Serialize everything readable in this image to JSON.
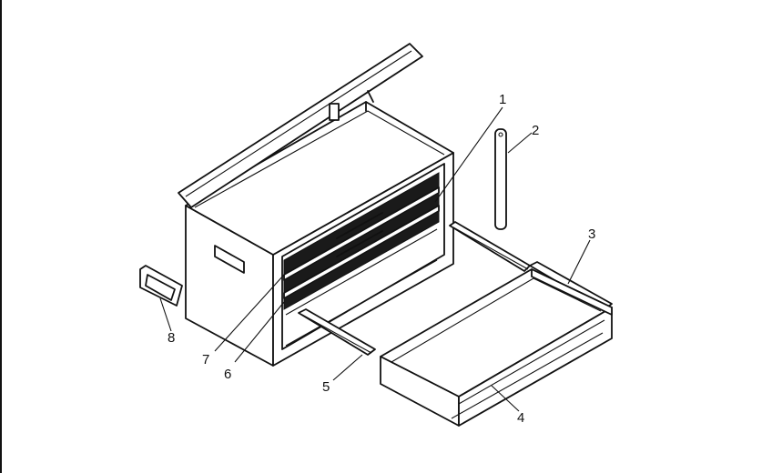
{
  "diagram": {
    "callouts": [
      {
        "id": "callout-1",
        "label": "1"
      },
      {
        "id": "callout-2",
        "label": "2"
      },
      {
        "id": "callout-3",
        "label": "3"
      },
      {
        "id": "callout-4",
        "label": "4"
      },
      {
        "id": "callout-5",
        "label": "5"
      },
      {
        "id": "callout-6",
        "label": "6"
      },
      {
        "id": "callout-7",
        "label": "7"
      },
      {
        "id": "callout-8",
        "label": "8"
      }
    ]
  }
}
